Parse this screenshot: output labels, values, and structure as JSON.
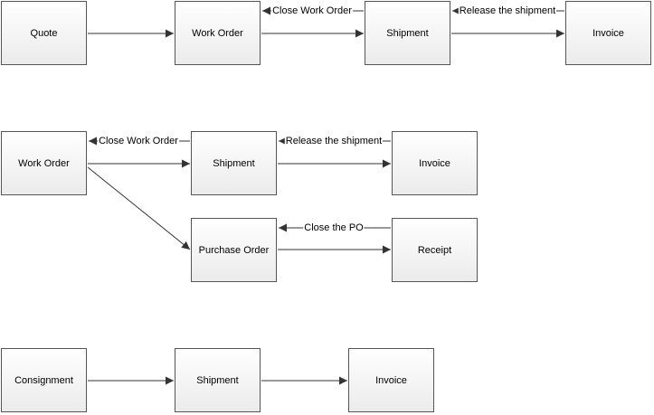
{
  "diagram_1": {
    "quote": "Quote",
    "work_order": "Work Order",
    "shipment": "Shipment",
    "invoice": "Invoice",
    "close_work_order": "Close Work Order",
    "release_the_shipment": "Release the shipment"
  },
  "diagram_2": {
    "work_order": "Work Order",
    "shipment": "Shipment",
    "invoice": "Invoice",
    "purchase_order": "Purchase Order",
    "receipt": "Receipt",
    "close_work_order": "Close Work Order",
    "release_the_shipment": "Release the shipment",
    "close_the_po": "Close the PO"
  },
  "diagram_3": {
    "consignment": "Consignment",
    "shipment": "Shipment",
    "invoice": "Invoice"
  }
}
